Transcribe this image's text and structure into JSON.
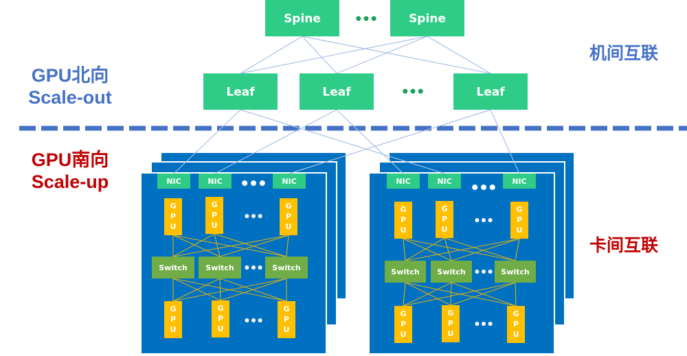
{
  "colors": {
    "net_node": "#2ECC87",
    "server": "#0070C0",
    "gpu": "#FFC000",
    "switch": "#70AD47",
    "north_link": "#A9BFE8",
    "south_link": "#D6B21B",
    "divider": "#4472C4",
    "north_text": "#4472C4",
    "south_text": "#C00000",
    "white": "#FFFFFF",
    "dots_green": "#1BA05B"
  },
  "labels": {
    "north_line1": "GPU北向",
    "north_line2": "Scale-out",
    "south_line1": "GPU南向",
    "south_line2": "Scale-up",
    "inter_machine": "机间互联",
    "inter_card": "卡间互联"
  },
  "network": {
    "spines": [
      "Spine",
      "Spine"
    ],
    "leaves": [
      "Leaf",
      "Leaf",
      "Leaf"
    ],
    "ellipsis": "•••"
  },
  "servers": [
    {
      "name": "server-left",
      "nics": [
        "NIC",
        "NIC",
        "NIC"
      ],
      "top_gpus": [
        "GPU",
        "GPU",
        "GPU"
      ],
      "switches": [
        "Switch",
        "Switch",
        "Switch"
      ],
      "bottom_gpus": [
        "GPU",
        "GPU",
        "GPU"
      ]
    },
    {
      "name": "server-right",
      "nics": [
        "NIC",
        "NIC",
        "NIC"
      ],
      "top_gpus": [
        "GPU",
        "GPU",
        "GPU"
      ],
      "switches": [
        "Switch",
        "Switch",
        "Switch"
      ],
      "bottom_gpus": [
        "GPU",
        "GPU",
        "GPU"
      ]
    }
  ],
  "ellipsis": "•••"
}
